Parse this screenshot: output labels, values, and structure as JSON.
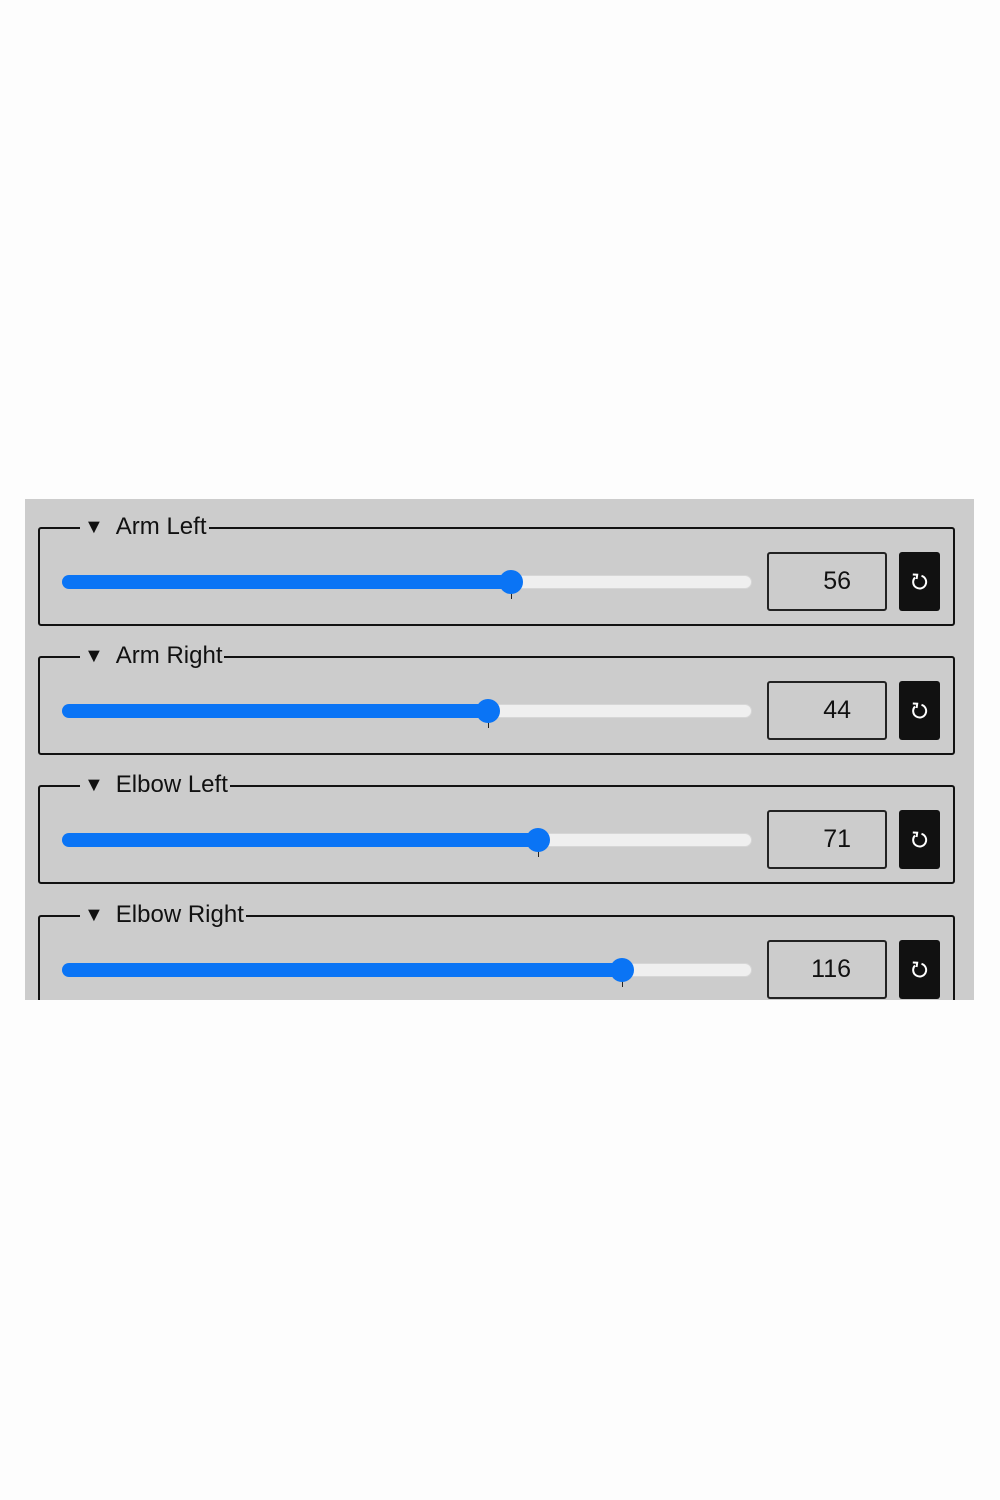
{
  "controls": [
    {
      "label": "Arm Left",
      "value": "56",
      "slider_fraction": 0.651
    },
    {
      "label": "Arm Right",
      "value": "44",
      "slider_fraction": 0.618
    },
    {
      "label": "Elbow Left",
      "value": "71",
      "slider_fraction": 0.69
    },
    {
      "label": "Elbow Right",
      "value": "116",
      "slider_fraction": 0.811
    }
  ],
  "icons": {
    "collapse": "caret-down-icon",
    "reset": "reset-icon"
  },
  "colors": {
    "panel_background": "#cccccc",
    "slider_active": "#0a74f5",
    "slider_track": "#efefef",
    "reset_button": "#111111"
  }
}
